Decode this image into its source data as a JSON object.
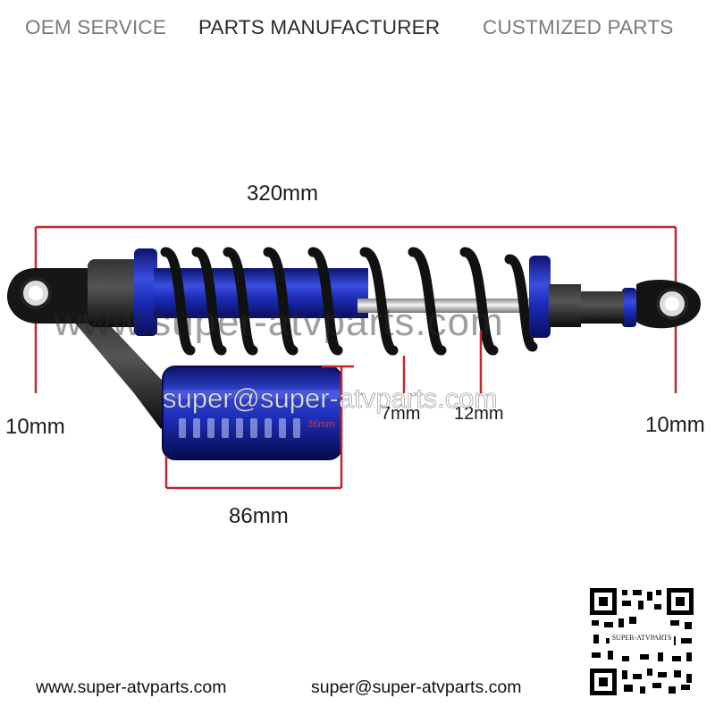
{
  "header": {
    "items": [
      {
        "label": "OEM SERVICE",
        "color": "#7a7a7a"
      },
      {
        "label": "PARTS MANUFACTURER",
        "color": "#2b2b2b"
      },
      {
        "label": "CUSTMIZED PARTS",
        "color": "#7a7a7a"
      }
    ]
  },
  "dimensions": {
    "overall_length": "320mm",
    "left_eye": "10mm",
    "right_eye": "10mm",
    "reservoir_length": "86mm",
    "spring_wire": "7mm",
    "rod": "12mm",
    "reservoir_diameter": "36mm"
  },
  "watermarks": {
    "site": "www.super-atvparts.com",
    "email": "super@super-atvparts.com"
  },
  "footer": {
    "website": "www.super-atvparts.com",
    "email": "super@super-atvparts.com"
  },
  "qr": {
    "caption": "SUPER-ATVPARTS"
  },
  "colors": {
    "accent_blue": "#1f2fb0",
    "dimension_line": "#c0272d",
    "spring": "#111111"
  }
}
